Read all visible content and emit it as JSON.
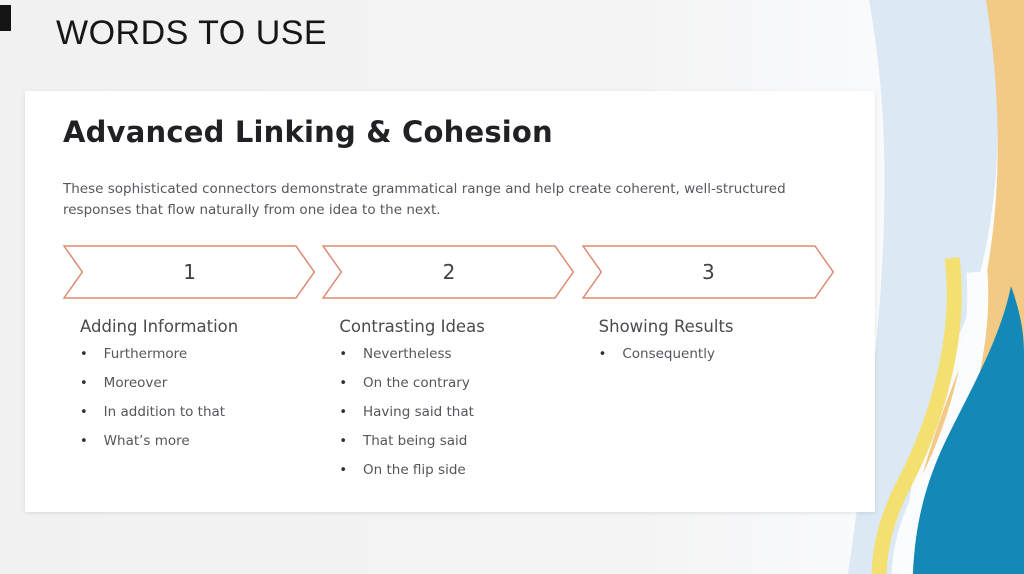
{
  "slide": {
    "title": "WORDS TO USE"
  },
  "card": {
    "heading": "Advanced Linking & Cohesion",
    "description": "These sophisticated connectors demonstrate grammatical range and help create coherent, well-structured responses that flow naturally from one idea to the next.",
    "steps": [
      {
        "number": "1",
        "label": "Adding Information",
        "items": [
          "Furthermore",
          "Moreover",
          "In addition to that",
          "What’s more"
        ]
      },
      {
        "number": "2",
        "label": "Contrasting Ideas",
        "items": [
          "Nevertheless",
          "On the contrary",
          "Having said that",
          "That being said",
          "On the flip side"
        ]
      },
      {
        "number": "3",
        "label": "Showing Results",
        "items": [
          "Consequently"
        ]
      }
    ]
  },
  "colors": {
    "chevron_stroke": "#dd8b72",
    "pale_blue": "#dce8f3",
    "orange": "#f2c985",
    "yellow": "#f3e070",
    "white_gap": "#fbfcfd",
    "teal": "#1489b8"
  }
}
